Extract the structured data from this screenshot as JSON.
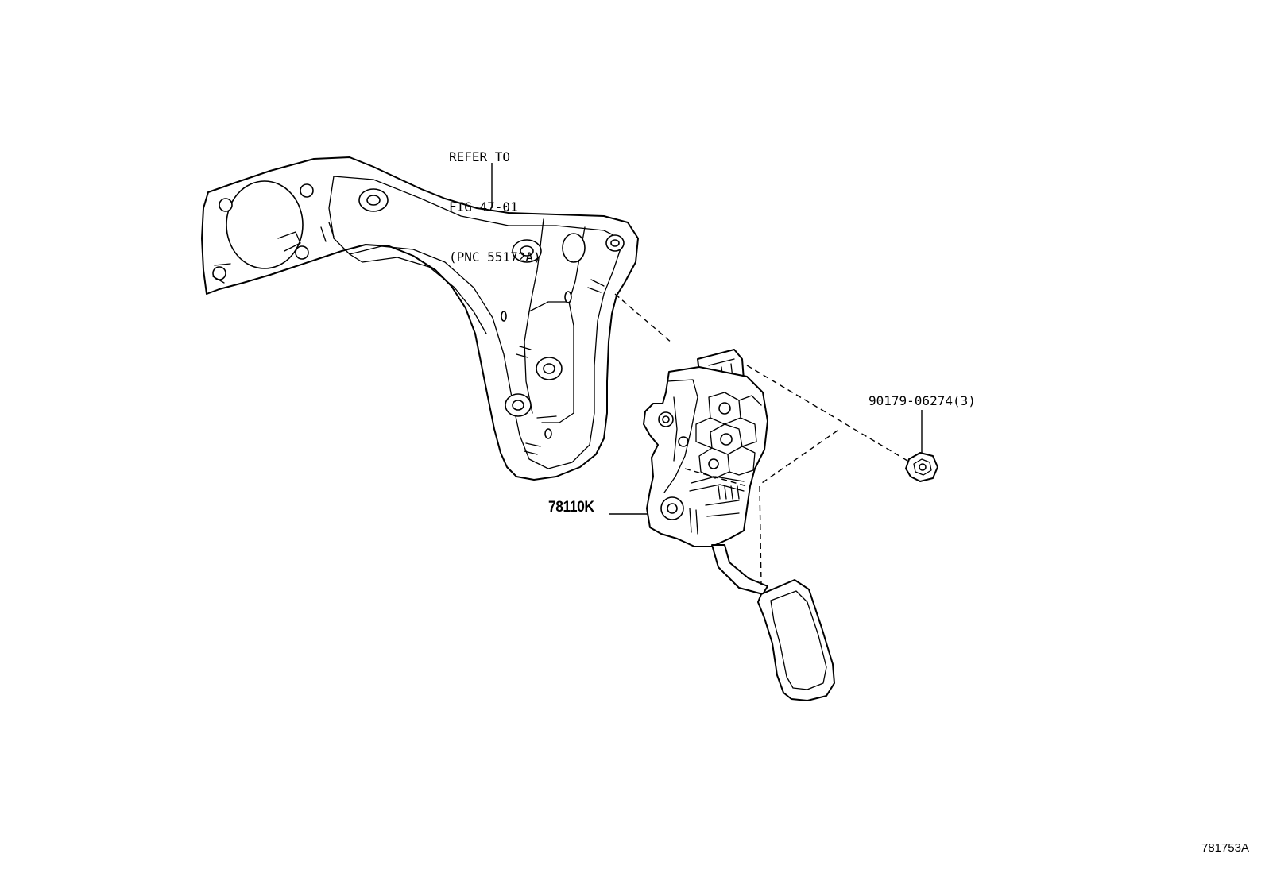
{
  "callouts": {
    "reference": {
      "line1": "REFER TO",
      "line2": "FIG 47-01",
      "line3": "(PNC 55172A)"
    },
    "nut_part": "90179-06274(3)",
    "pedal_part": "78110K"
  },
  "illustration_code": "781753A",
  "colors": {
    "line": "#000000",
    "background": "#ffffff"
  }
}
